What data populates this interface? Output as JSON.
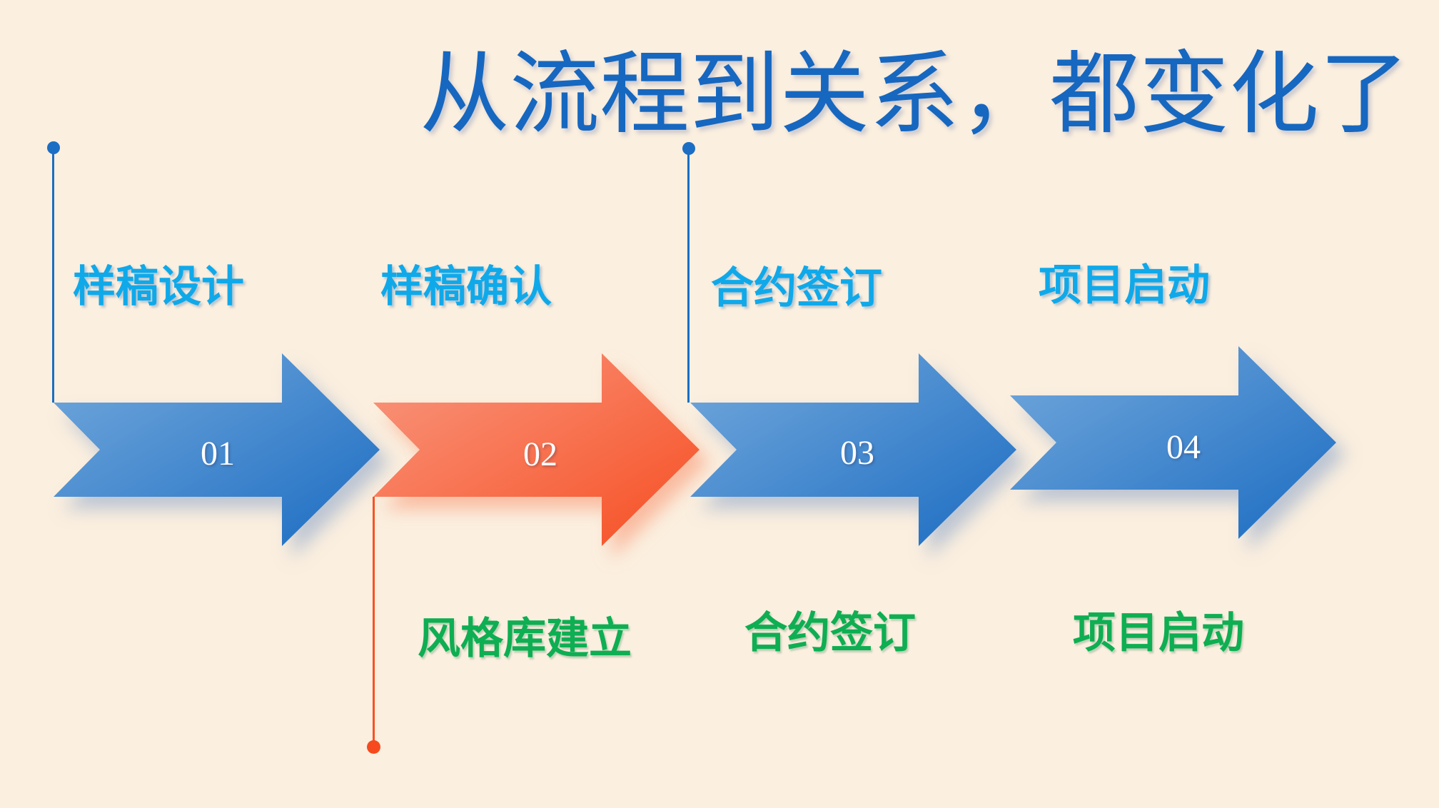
{
  "slide": {
    "title": "从流程到关系，都变化了"
  },
  "steps": [
    {
      "number": "01",
      "label_top": "样稿设计",
      "label_bottom": ""
    },
    {
      "number": "02",
      "label_top": "样稿确认",
      "label_bottom": "风格库建立"
    },
    {
      "number": "03",
      "label_top": "合约签订",
      "label_bottom": "合约签订"
    },
    {
      "number": "04",
      "label_top": "项目启动",
      "label_bottom": "项目启动"
    }
  ],
  "colors": {
    "background": "#FBEFDF",
    "title_text": "#1667C0",
    "top_label_text": "#0FA9EA",
    "bottom_label_text": "#0EAE52",
    "number_text": "#FFFFFF",
    "arrow_blue_light": "#74A9DC",
    "arrow_blue_dark": "#1B6CC2",
    "arrow_orange_light": "#F99880",
    "arrow_orange_dark": "#F64E22",
    "connector_blue": "#1B6EC3",
    "connector_red": "#F75223"
  }
}
